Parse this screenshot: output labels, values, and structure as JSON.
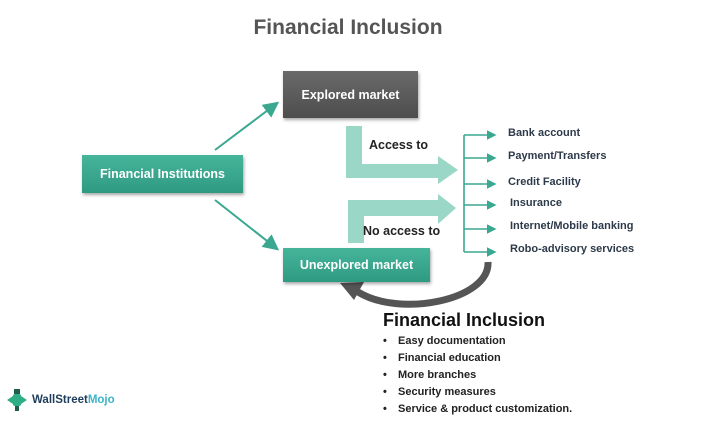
{
  "title": "Financial Inclusion",
  "nodes": {
    "explored": "Explored market",
    "institutions": "Financial Institutions",
    "unexplored": "Unexplored market"
  },
  "arrows": {
    "access": "Access to",
    "no_access": "No access to"
  },
  "services": [
    "Bank account",
    "Payment/Transfers",
    "Credit Facility",
    "Insurance",
    "Internet/Mobile banking",
    "Robo-advisory services"
  ],
  "inclusion": {
    "heading": "Financial Inclusion",
    "items": [
      "Easy documentation",
      "Financial education",
      "More branches",
      "Security measures",
      "Service & product customization."
    ]
  },
  "logo": {
    "part1": "WallStreet",
    "part2": "Mojo"
  },
  "colors": {
    "teal": "#3aa890",
    "light_teal": "#8fd3c1",
    "dark": "#595959"
  }
}
